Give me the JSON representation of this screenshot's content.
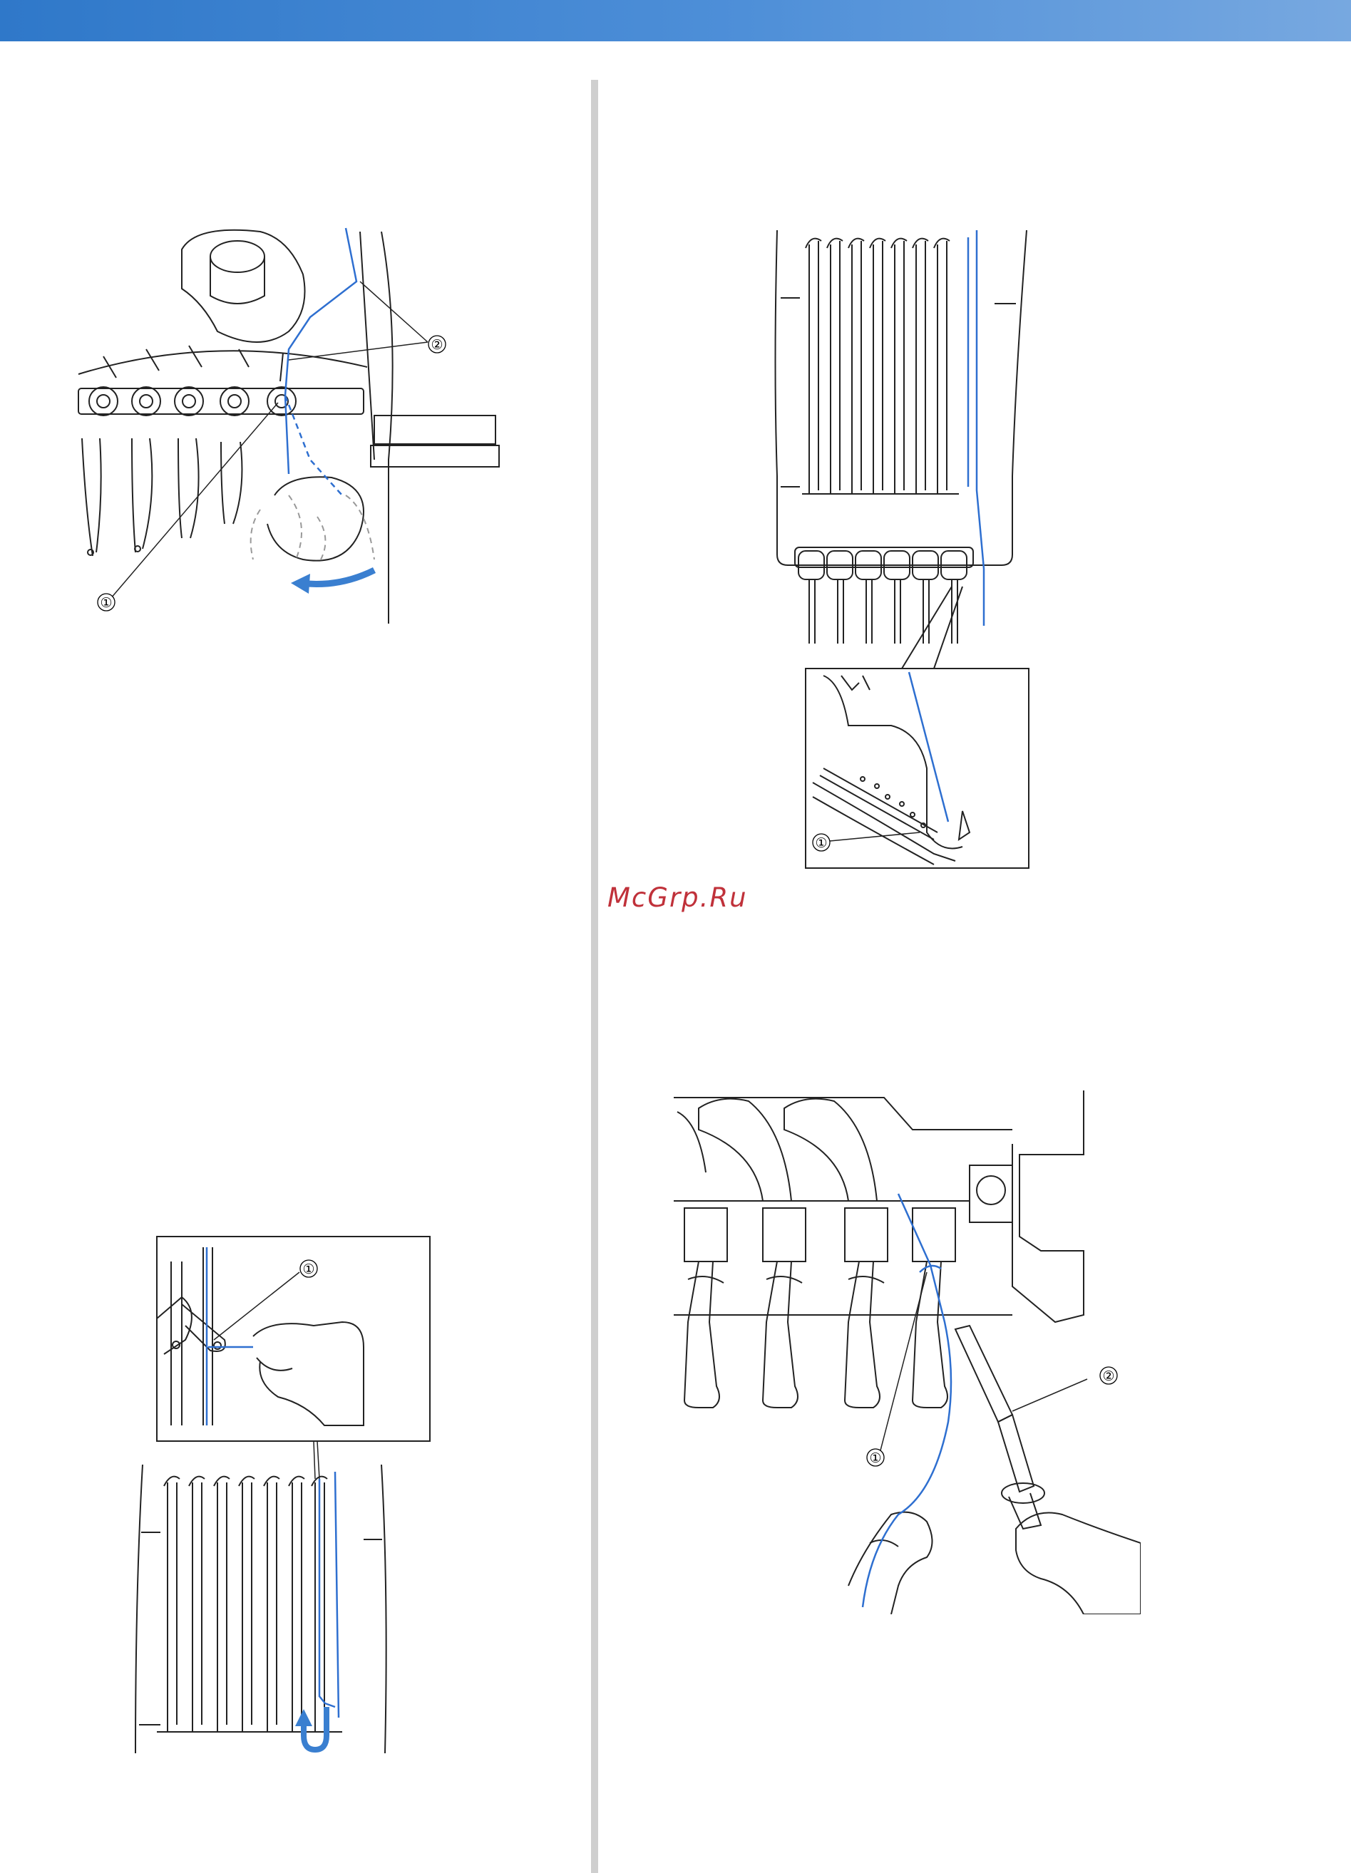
{
  "watermark": {
    "text": "McGrp.Ru"
  },
  "figures": {
    "fig1": {
      "callouts": [
        "①",
        "②"
      ]
    },
    "fig2": {
      "callouts": [
        "①"
      ]
    },
    "fig3": {
      "callouts": [
        "①"
      ]
    },
    "fig4": {
      "callouts": [
        "①",
        "②"
      ]
    }
  },
  "colors": {
    "header_band": "#2f78c9",
    "thread": "#2e6fd0",
    "arrow": "#3a7fd0",
    "watermark": "#c0313a"
  }
}
